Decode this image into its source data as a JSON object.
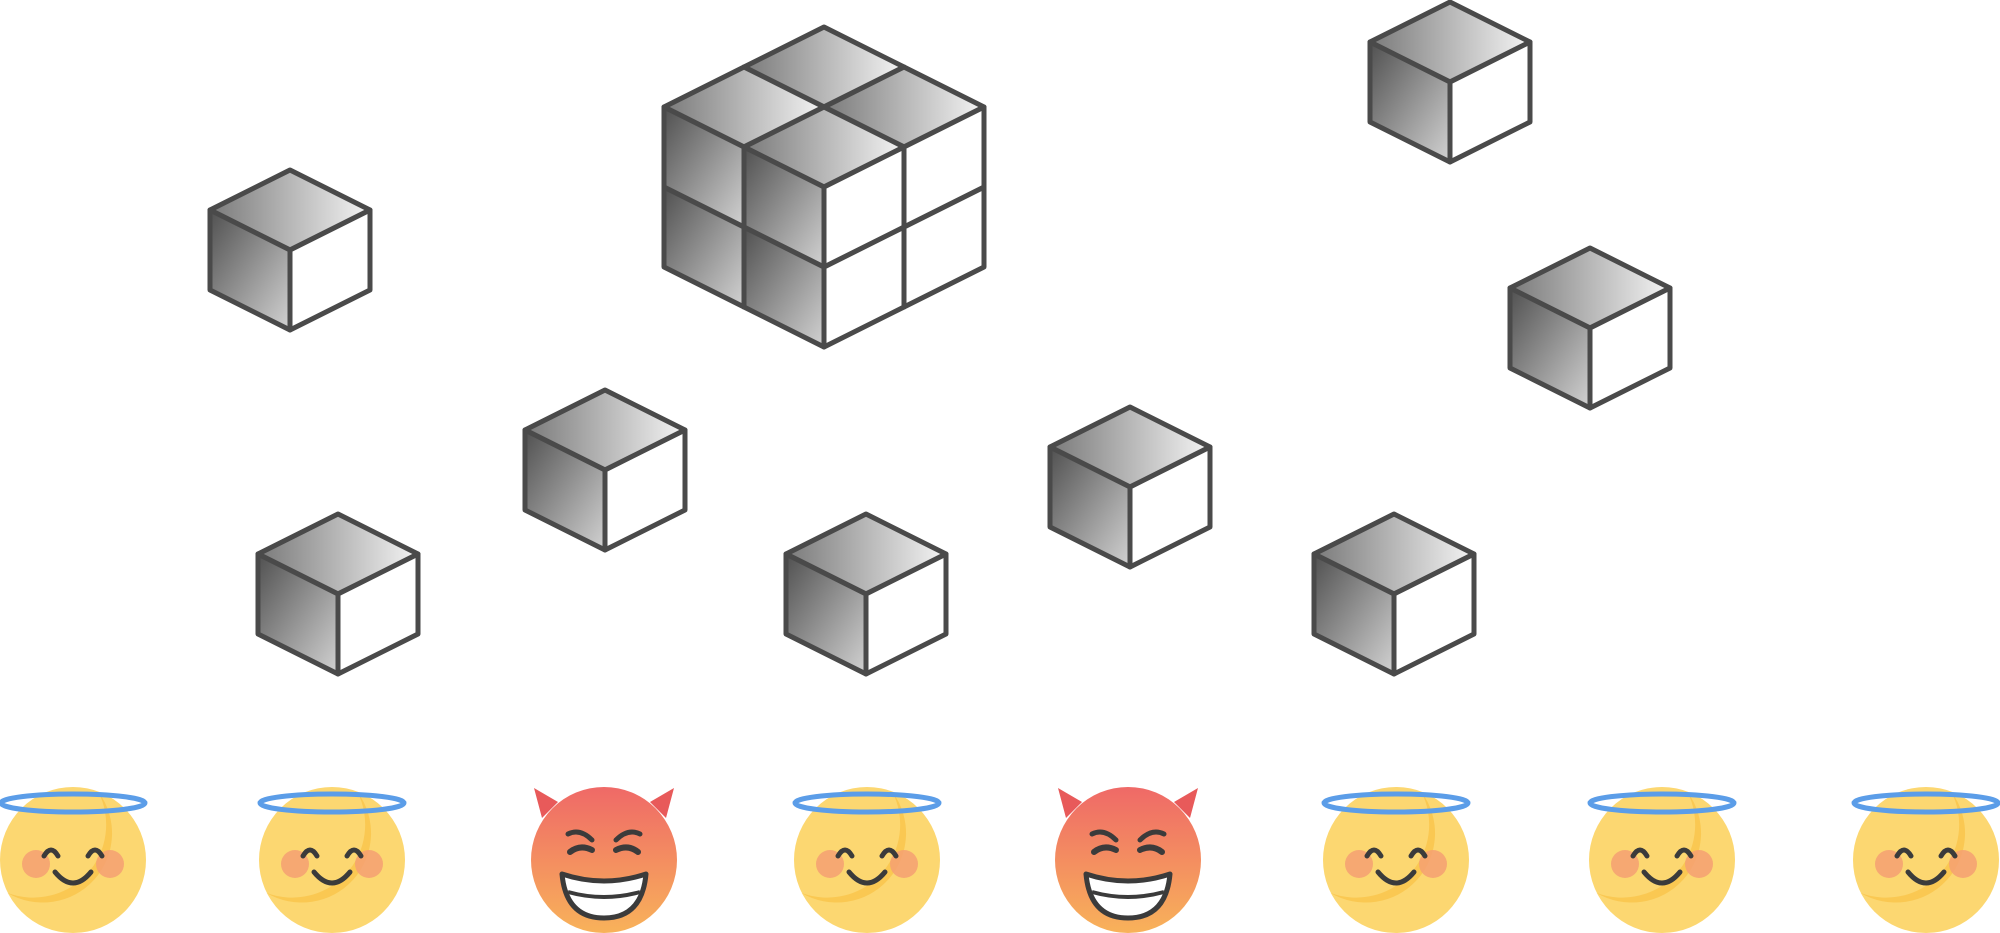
{
  "colors": {
    "background": "#ffffff",
    "cube_outline": "#4a4a4a",
    "cube_gradient_light": "#f4f4f4",
    "cube_gradient_dark": "#505050",
    "cube_front": "#ffffff",
    "angel_face": "#fcd771",
    "angel_shade": "#f9c64f",
    "angel_cheek": "#f5a072",
    "angel_halo": "#5b9de8",
    "devil_top": "#ef6967",
    "devil_bottom": "#f8b25a",
    "devil_horn": "#e85a5a",
    "feature_stroke": "#3b3b3b"
  },
  "scene": {
    "cube_groups": [
      {
        "kind": "single-cube"
      },
      {
        "kind": "cube-stack-2x2x2"
      },
      {
        "kind": "single-cube"
      },
      {
        "kind": "single-cube"
      },
      {
        "kind": "single-cube"
      },
      {
        "kind": "single-cube"
      },
      {
        "kind": "single-cube"
      },
      {
        "kind": "single-cube"
      },
      {
        "kind": "single-cube"
      },
      {
        "kind": "single-cube"
      }
    ],
    "emoji_row": [
      {
        "icon": "angel-emoji-icon"
      },
      {
        "icon": "angel-emoji-icon"
      },
      {
        "icon": "devil-emoji-icon"
      },
      {
        "icon": "angel-emoji-icon"
      },
      {
        "icon": "devil-emoji-icon"
      },
      {
        "icon": "angel-emoji-icon"
      },
      {
        "icon": "angel-emoji-icon"
      },
      {
        "icon": "angel-emoji-icon"
      }
    ]
  }
}
